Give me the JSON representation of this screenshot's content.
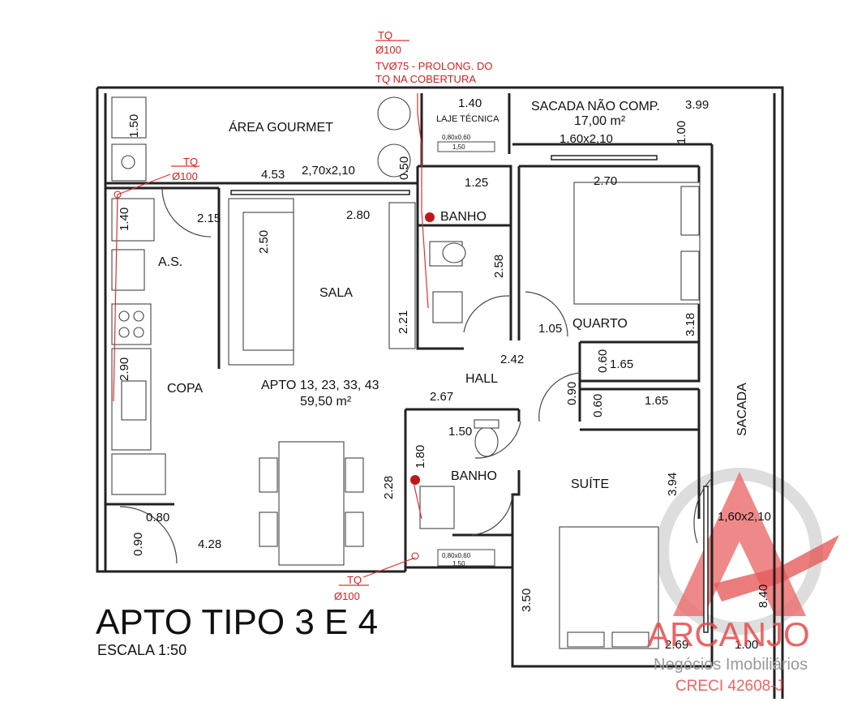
{
  "title": "APTO TIPO 3 E 4",
  "scale": "ESCALA 1:50",
  "unit": {
    "label": "APTO 13, 23, 33, 43",
    "area": "59,50 m²"
  },
  "rooms": {
    "area_gourmet": "ÁREA GOURMET",
    "sala": "SALA",
    "as": "A.S.",
    "copa": "COPA",
    "hall": "HALL",
    "banho_1": "BANHO",
    "banho_2": "BANHO",
    "quarto": "QUARTO",
    "suite": "SUÍTE",
    "sacada": "SACADA",
    "sacada_nao_comp": "SACADA NÃO COMP.",
    "sacada_area": "17,00 m²",
    "laje_tecnica": "LAJE TÉCNICA"
  },
  "dimensions": {
    "d_1_50": "1.50",
    "d_1_40_top": "1.40",
    "d_3_99": "3.99",
    "d_1_00_right": "1.00",
    "d_1_60x2_10_top": "1,60x2,10",
    "d_0_50": "0.50",
    "d_4_53": "4.53",
    "d_2_70x2_10": "2,70x2,10",
    "d_0_80x0_60_top": "0,80x0,60",
    "d_1_50_small_top": "1,50",
    "d_1_25": "1.25",
    "d_2_70": "2.70",
    "d_1_40_as": "1.40",
    "d_2_15": "2.15",
    "d_2_80": "2.80",
    "d_2_50": "2.50",
    "d_2_58": "2.58",
    "d_2_21": "2.21",
    "d_1_05": "1.05",
    "d_3_18": "3.18",
    "d_2_42": "2.42",
    "d_0_60_a": "0.60",
    "d_1_65_a": "1.65",
    "d_2_90": "2.90",
    "d_2_67": "2.67",
    "d_0_90_hall": "0.90",
    "d_0_60_b": "0.60",
    "d_1_65_b": "1.65",
    "d_1_50_banho": "1.50",
    "d_1_80": "1.80",
    "d_2_28": "2.28",
    "d_3_94": "3.94",
    "d_1_60x2_10_right": "1,60x2,10",
    "d_0_80": "0.80",
    "d_0_90_copa": "0.90",
    "d_4_28": "4.28",
    "d_0_80x0_60_bottom": "0,80x0,60",
    "d_1_50_small_bottom": "1,50",
    "d_3_50": "3.50",
    "d_8_40": "8.40",
    "d_2_69": "2.69",
    "d_1_00_bottom": "1.00"
  },
  "pipes": {
    "top_tq": "TQ",
    "top_dia": "Ø100",
    "top_note_1": "TVØ75 - PROLONG. DO",
    "top_note_2": "TQ NA COBERTURA",
    "left_tq": "TQ",
    "left_dia": "Ø100",
    "bottom_tq": "TQ",
    "bottom_dia": "Ø100"
  },
  "watermark": {
    "brand": "ARCANJO",
    "tagline": "Negócios Imobiliários",
    "creci": "CRECI 42608-J"
  },
  "colors": {
    "walls": "#222222",
    "pipes": "#d42020",
    "watermark_red": "#e84a4a",
    "watermark_gray": "#9a9a9a"
  }
}
